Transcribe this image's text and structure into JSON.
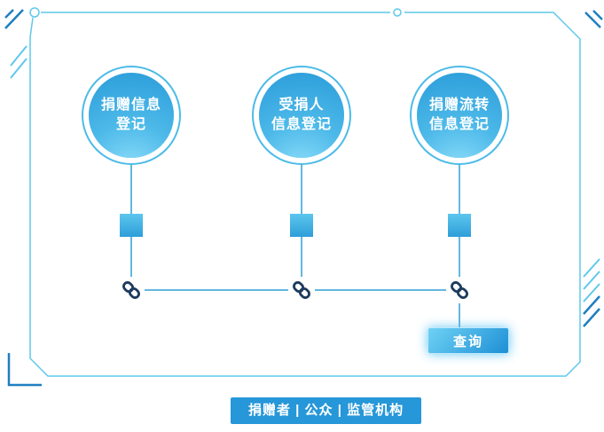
{
  "nodes": [
    {
      "label": "捐赠信息\n登记"
    },
    {
      "label": "受捐人\n信息登记"
    },
    {
      "label": "捐赠流转\n信息登记"
    }
  ],
  "query_button": {
    "label": "查询"
  },
  "footer_banner": {
    "label": "捐赠者 | 公众 | 监管机构"
  },
  "icons": {
    "node_connector": "chain-link-icon",
    "ledger_block": "block-square"
  },
  "colors": {
    "frame_light": "#5ec8ec",
    "frame_dark": "#1e7fc0",
    "connector_line": "#2e9fd6",
    "node_fill": "#2a9cd9",
    "node_glow": "#8edefa",
    "node_ring": "#4cbbe8",
    "chain_icon": "#1d3b5e",
    "button_gradient_start": "#6fd2f4",
    "button_gradient_end": "#1e8fd6",
    "banner_bg": "#2697d8",
    "text_on_blue": "#ffffff"
  }
}
